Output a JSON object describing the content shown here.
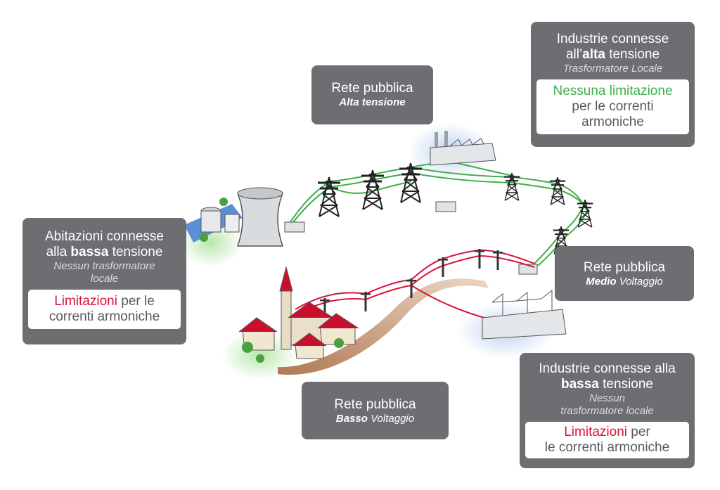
{
  "colors": {
    "box_bg": "#6d6e71",
    "hv_line": "#3fae49",
    "lv_line": "#d7143c",
    "highlight_green": "#3fae49",
    "highlight_red": "#d7143c"
  },
  "boxes": {
    "hv_network": {
      "title": "Rete pubblica",
      "subtitle": "Alta tensione"
    },
    "hv_industry": {
      "line1": "Industrie connesse",
      "line2_pre": "all’",
      "line2_bold": "alta",
      "line2_post": " tensione",
      "subtitle": "Trasformatore Locale",
      "note_highlight": "Nessuna limitazione",
      "note_rest1": "per le correnti",
      "note_rest2": "armoniche"
    },
    "homes_lv": {
      "line1": "Abitazioni connesse",
      "line2_pre": "alla ",
      "line2_bold": "bassa",
      "line2_post": " tensione",
      "subtitle1": "Nessun trasformatore",
      "subtitle2": "locale",
      "note_highlight": "Limitazioni",
      "note_rest1": " per le",
      "note_rest2": "correnti armoniche"
    },
    "mv_network": {
      "title": "Rete pubblica",
      "subtitle_bold": "Medio",
      "subtitle_rest": " Voltaggio"
    },
    "lv_network": {
      "title": "Rete pubblica",
      "subtitle_bold": "Basso",
      "subtitle_rest": " Voltaggio"
    },
    "lv_industry": {
      "line1": "Industrie connesse alla",
      "line2_bold": "bassa",
      "line2_post": " tensione",
      "subtitle1": "Nessun",
      "subtitle2": "trasformatore locale",
      "note_highlight": "Limitazioni",
      "note_rest1": " per",
      "note_rest2": "le correnti armoniche"
    }
  }
}
